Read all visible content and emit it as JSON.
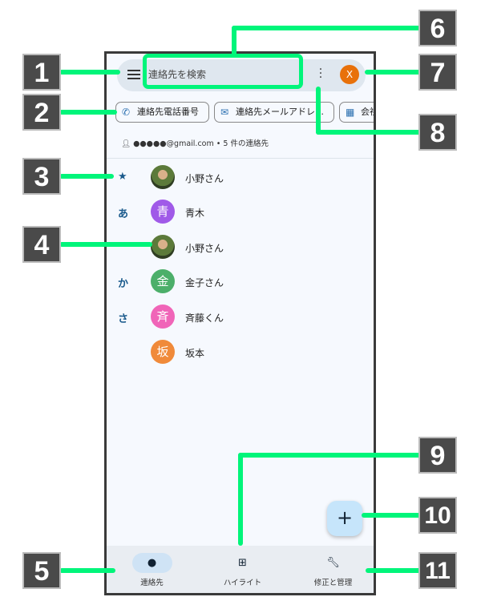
{
  "search": {
    "placeholder": "連絡先を検索",
    "account_initial": "X"
  },
  "chips": [
    "連絡先電話番号",
    "連絡先メールアドレ…",
    "会社"
  ],
  "account_line": "●●●●●@gmail.com • 5 件の連絡先",
  "contacts": [
    {
      "index": "★",
      "name": "小野さん",
      "avatar": ""
    },
    {
      "index": "あ",
      "name": "青木",
      "avatar": "青",
      "color": "#a05ae8"
    },
    {
      "index": "",
      "name": "小野さん",
      "avatar": ""
    },
    {
      "index": "か",
      "name": "金子さん",
      "avatar": "金",
      "color": "#4caf6a"
    },
    {
      "index": "さ",
      "name": "斉藤くん",
      "avatar": "斉",
      "color": "#f065b8"
    },
    {
      "index": "",
      "name": "坂本",
      "avatar": "坂",
      "color": "#f08a3a"
    }
  ],
  "fab": "+",
  "nav": [
    {
      "label": "連絡先"
    },
    {
      "label": "ハイライト"
    },
    {
      "label": "修正と管理"
    }
  ],
  "callouts": [
    "1",
    "2",
    "3",
    "4",
    "5",
    "6",
    "7",
    "8",
    "9",
    "10",
    "11"
  ]
}
